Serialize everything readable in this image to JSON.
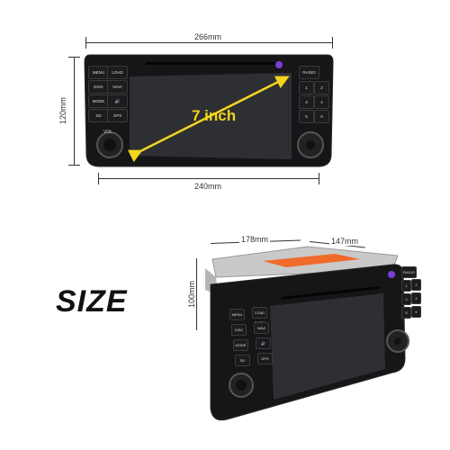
{
  "top_unit": {
    "width_label": "266mm",
    "height_label": "120mm",
    "bottom_width_label": "240mm",
    "screen_label": "7 inch",
    "left_buttons": [
      "MENU",
      "LOAD BACK",
      "DISC",
      "NAVI",
      "MODE",
      "🔊",
      "SD",
      "GPS"
    ],
    "right_buttons": [
      "RADIO",
      "1",
      "2",
      "3",
      "4",
      "5",
      "6"
    ],
    "knob_label": "VOL"
  },
  "size_title": "SIZE",
  "bottom_unit": {
    "width_label": "178mm",
    "depth_label": "147mm",
    "height_label": "100mm"
  },
  "colors": {
    "screen_arrow": "#f2d51c",
    "screen": "#2e2f33",
    "bezel": "#161618",
    "chassis": "#c9c9c9",
    "label_orange": "#f06a2a",
    "eject_purple": "#7a3fd6"
  }
}
